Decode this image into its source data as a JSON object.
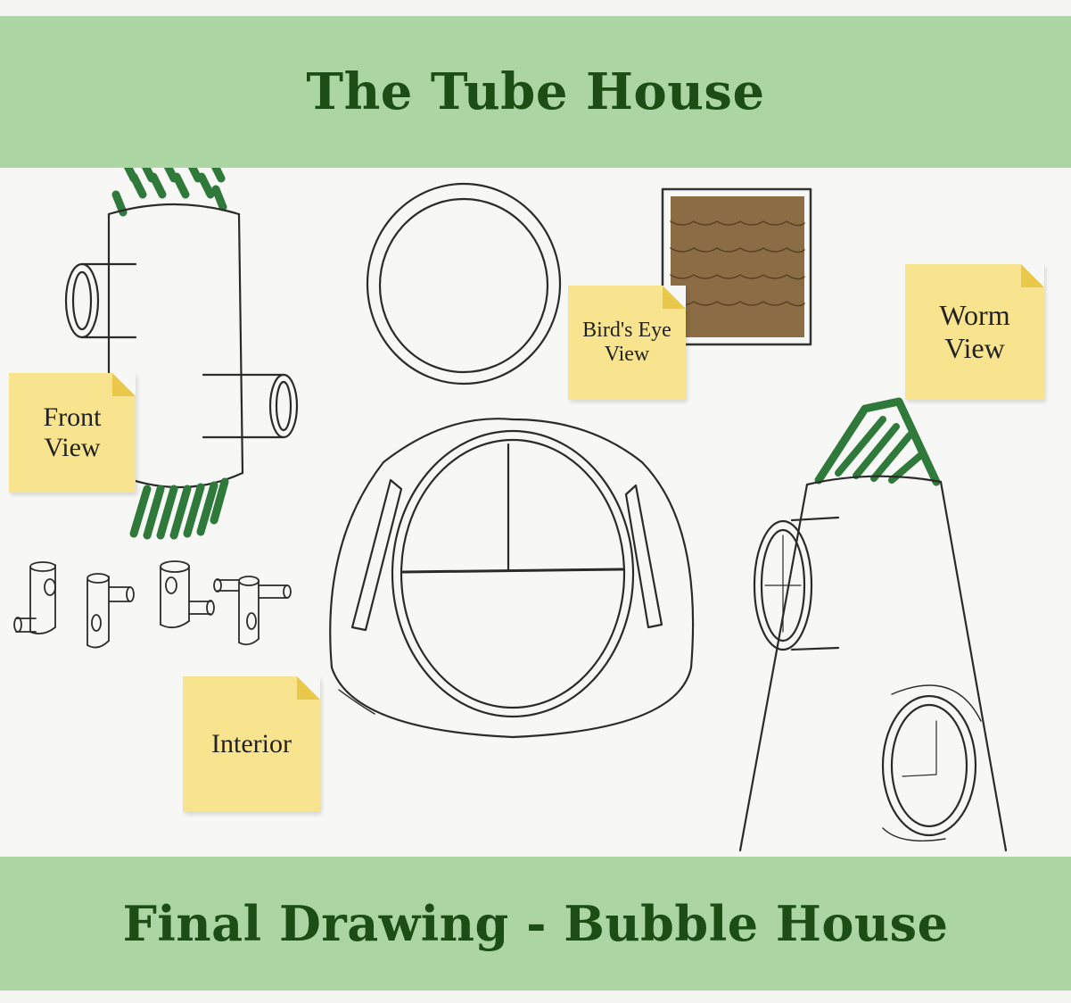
{
  "header": {
    "title": "The Tube House"
  },
  "footer": {
    "title": "Final Drawing - Bubble House"
  },
  "notes": {
    "front_view": "Front\nView",
    "birds_eye": "Bird's Eye\nView",
    "worm_view": "Worm\nView",
    "interior": "Interior"
  },
  "colors": {
    "banner_bg": "#abd5a3",
    "banner_text": "#1b4d14",
    "note_bg": "#f8e48f",
    "foliage": "#2f7a3a",
    "roof": "#8b6c44"
  },
  "icons": [
    "tube-house-front-sketch",
    "round-window-sketch",
    "roof-tile-square",
    "interior-tubes-sketch",
    "bubble-house-sketch",
    "cone-tower-sketch"
  ]
}
